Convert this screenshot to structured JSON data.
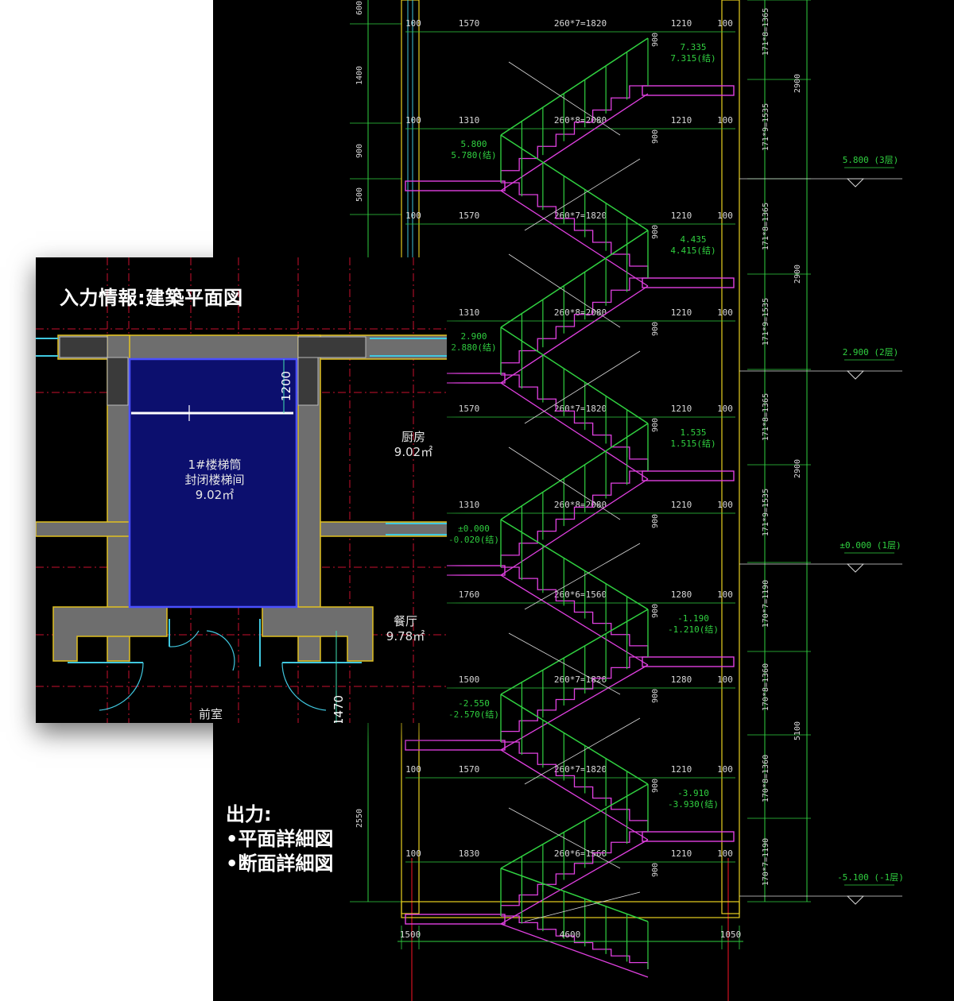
{
  "plan": {
    "title": "入力情報:建築平面図",
    "dim_1200": "1200",
    "dim_1470": "1470",
    "stair_label_1": "1#楼梯筒",
    "stair_label_2": "封闭楼梯间",
    "stair_area": "9.02㎡",
    "kitchen_name": "厨房",
    "kitchen_area": "9.02㎡",
    "dining_name": "餐厅",
    "dining_area": "9.78㎡",
    "anteroom_name": "前室"
  },
  "output": {
    "title": "出力:",
    "item_1": "•平面詳細図",
    "item_2": "•断面詳細図"
  },
  "section": {
    "left_dims": [
      "600",
      "1400",
      "900",
      "500",
      "2550"
    ],
    "rows": [
      {
        "left": "1570",
        "mid": "260*7=1820",
        "right": "1210",
        "h": "900",
        "lvl1": "7.335",
        "lvl2": "7.315(结)"
      },
      {
        "left": "1310",
        "mid": "260*8=2080",
        "right": "1210",
        "h": "900",
        "lvl1": "5.800",
        "lvl2": "5.780(结)"
      },
      {
        "left": "1570",
        "mid": "260*7=1820",
        "right": "1210",
        "h": "900",
        "lvl1": "4.435",
        "lvl2": "4.415(结)"
      },
      {
        "left": "1310",
        "mid": "260*8=2080",
        "right": "1210",
        "h": "900",
        "lvl1": "2.900",
        "lvl2": "2.880(结)"
      },
      {
        "left": "1570",
        "mid": "260*7=1820",
        "right": "1210",
        "h": "900",
        "lvl1": "1.535",
        "lvl2": "1.515(结)"
      },
      {
        "left": "1310",
        "mid": "260*8=2080",
        "right": "1210",
        "h": "900",
        "lvl1": "±0.000",
        "lvl2": "-0.020(结)"
      },
      {
        "left": "1760",
        "mid": "260*6=1560",
        "right": "1280",
        "h": "900",
        "lvl1": "-1.190",
        "lvl2": "-1.210(结)"
      },
      {
        "left": "1500",
        "mid": "260*7=1820",
        "right": "1280",
        "h": "900",
        "lvl1": "-2.550",
        "lvl2": "-2.570(结)"
      },
      {
        "left": "1570",
        "mid": "260*7=1820",
        "right": "1210",
        "h": "900",
        "lvl1": "-3.910",
        "lvl2": "-3.930(结)"
      },
      {
        "left": "1830",
        "mid": "260*6=1560",
        "right": "1210",
        "h": "900",
        "lvl1": "",
        "lvl2": ""
      }
    ],
    "right_small": "100",
    "risers": [
      "171*8=1365",
      "171*9=1535",
      "171*8=1365",
      "171*9=1535",
      "171*8=1365",
      "171*9=1535",
      "170*7=1190",
      "170*8=1360",
      "170*8=1360",
      "170*7=1190"
    ],
    "floor_heights": [
      "2900",
      "2900",
      "2900",
      "5100"
    ],
    "floor_levels": [
      "5.800 (3层)",
      "2.900 (2层)",
      "±0.000 (1层)",
      "-5.100 (-1层)"
    ],
    "bottom_dims": [
      "1500",
      "4600",
      "1050"
    ]
  }
}
